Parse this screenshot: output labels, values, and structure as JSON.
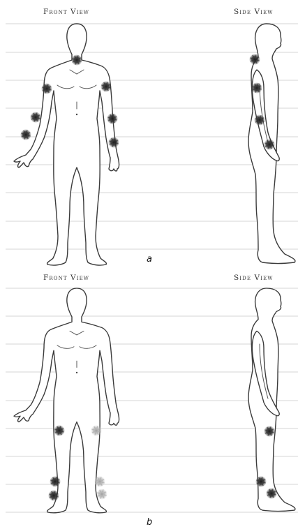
{
  "figure": {
    "panels": [
      {
        "id": "a",
        "label": "a",
        "front_title": "Front View",
        "side_title": "Side View",
        "marker_color": "#3a3a3a",
        "front_markers": [
          {
            "site": "neck",
            "shade": "dark"
          },
          {
            "site": "right-shoulder",
            "shade": "dark"
          },
          {
            "site": "left-shoulder",
            "shade": "dark"
          },
          {
            "site": "right-elbow",
            "shade": "dark"
          },
          {
            "site": "left-elbow",
            "shade": "dark"
          },
          {
            "site": "right-wrist",
            "shade": "dark"
          },
          {
            "site": "left-wrist",
            "shade": "dark"
          }
        ],
        "side_markers": [
          {
            "site": "neck",
            "shade": "dark"
          },
          {
            "site": "shoulder",
            "shade": "dark"
          },
          {
            "site": "elbow",
            "shade": "dark"
          },
          {
            "site": "wrist",
            "shade": "dark"
          }
        ]
      },
      {
        "id": "b",
        "label": "b",
        "front_title": "Front View",
        "side_title": "Side View",
        "marker_color": "#3a3a3a",
        "front_markers": [
          {
            "site": "right-knee",
            "shade": "dark"
          },
          {
            "site": "left-knee",
            "shade": "light"
          },
          {
            "site": "right-ankle",
            "shade": "dark"
          },
          {
            "site": "left-ankle",
            "shade": "light"
          },
          {
            "site": "right-foot",
            "shade": "dark"
          },
          {
            "site": "left-foot",
            "shade": "light"
          }
        ],
        "side_markers": [
          {
            "site": "knee",
            "shade": "dark"
          },
          {
            "site": "ankle",
            "shade": "dark"
          },
          {
            "site": "foot",
            "shade": "dark"
          }
        ]
      }
    ]
  }
}
